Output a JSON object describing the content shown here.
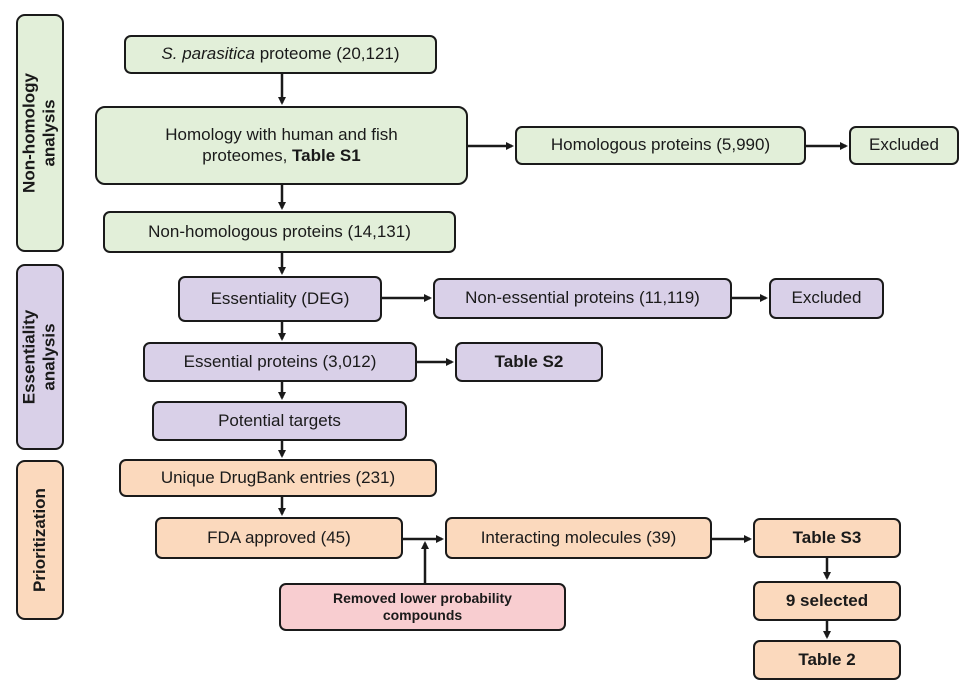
{
  "side_labels": {
    "non_homology": [
      "Non-homology",
      "analysis"
    ],
    "essentiality": [
      "Essentiality",
      "analysis"
    ],
    "prioritization": [
      "Prioritization"
    ]
  },
  "nodes": {
    "proteome": {
      "italic": "S. parasitica",
      "text": " proteome (20,121)"
    },
    "homology": {
      "line1": "Homology with human and fish",
      "line2_pre": "proteomes, ",
      "line2_bold": "Table S1"
    },
    "homologous": "Homologous proteins (5,990)",
    "excluded1": "Excluded",
    "non_homologous": "Non-homologous proteins (14,131)",
    "essentiality": "Essentiality (DEG)",
    "non_essential": "Non-essential proteins (11,119)",
    "excluded2": "Excluded",
    "essential": "Essential proteins (3,012)",
    "table_s2": "Table S2",
    "potential": "Potential targets",
    "drugbank": "Unique DrugBank entries (231)",
    "fda": "FDA approved (45)",
    "interacting": "Interacting molecules (39)",
    "table_s3": "Table S3",
    "removed": "Removed lower probability compounds",
    "selected": "9 selected",
    "table2": "Table 2"
  },
  "colors": {
    "green": "#e2efd9",
    "purple": "#d9d0e8",
    "orange": "#fbd9bd",
    "pink": "#f8cdd0",
    "stroke": "#1a1a1a"
  }
}
